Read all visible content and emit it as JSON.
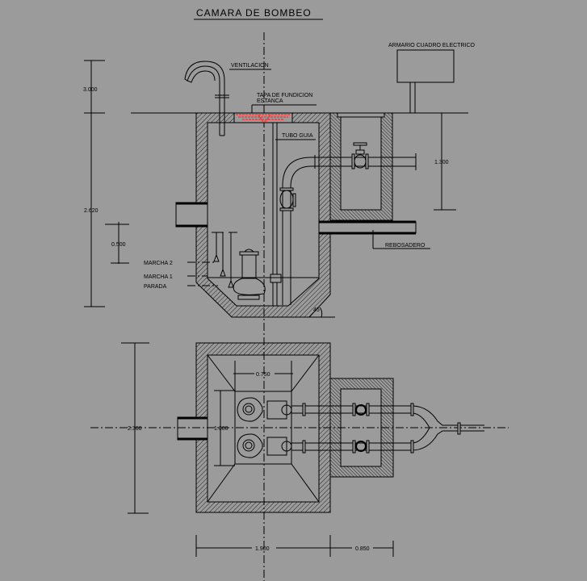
{
  "title": "CAMARA DE BOMBEO",
  "section": {
    "labels": {
      "ventilacion": "VENTILACION",
      "tapa_line1": "TAPA DE FUNDICION",
      "tapa_line2": "ESTANCA",
      "tubo_guia": "TUBO GUIA",
      "armario": "ARMARIO CUADRO ELECTRICO",
      "rebosadero": "REBOSADERO",
      "marcha2": "MARCHA 2",
      "marcha1": "MARCHA 1",
      "parada": "PARADA",
      "angle": "45"
    },
    "dimensions": {
      "top_height": "3.000",
      "chamber_depth": "2.620",
      "float_spacing": "0.500",
      "valve_chamber_depth": "1.300"
    }
  },
  "plan": {
    "dimensions": {
      "overall_length": "2.360",
      "pit_length": "1.000",
      "pit_width": "0.750",
      "chamber_width": "1.900",
      "valve_chamber_width": "0.850"
    }
  },
  "colors": {
    "background": "#9b9b9b",
    "lines": "#000000",
    "cover_hatch": "#ff0000"
  }
}
